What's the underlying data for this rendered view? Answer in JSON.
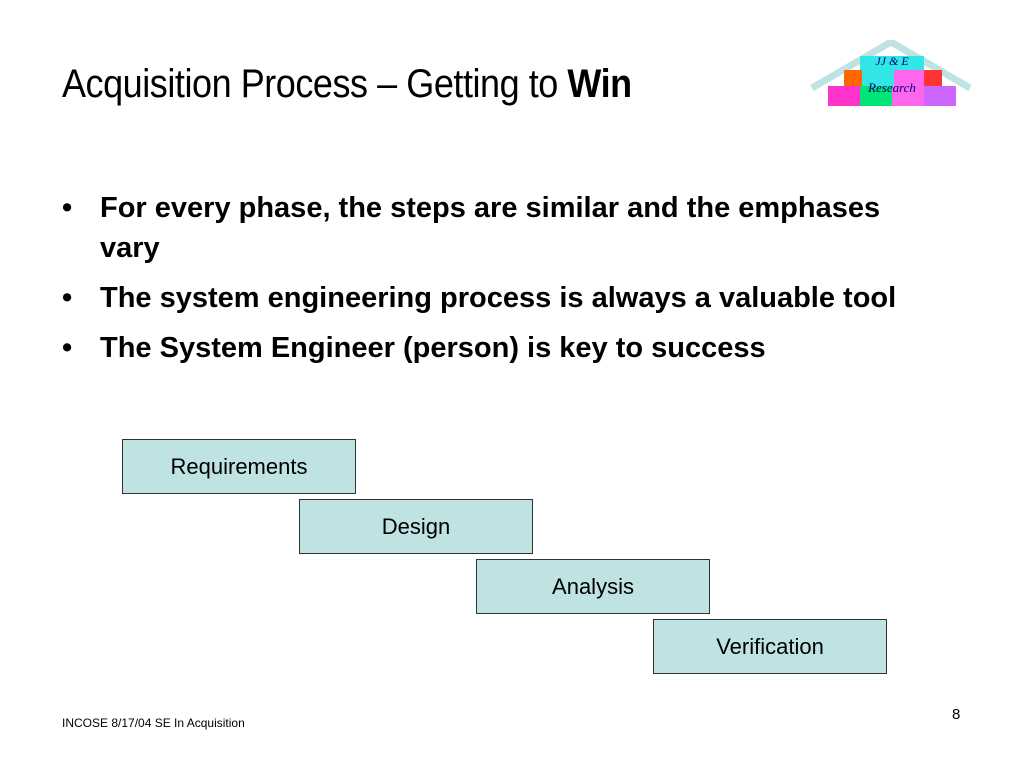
{
  "slide": {
    "title_plain": "Acquisition Process – Getting to ",
    "title_emphasis": "Win",
    "bullet_glyph": "•",
    "bullets": [
      "For every phase, the steps are similar and the emphases vary",
      "The system engineering process is always a valuable tool",
      "The System Engineer (person) is key to success"
    ],
    "steps": [
      "Requirements",
      "Design",
      "Analysis",
      "Verification"
    ],
    "footer": "INCOSE 8/17/04  SE In Acquisition",
    "page_number": "8"
  },
  "logo": {
    "line1": "JJ & E",
    "line2": "Research",
    "colors": {
      "roof": "#bfe3e3",
      "text": "#000080",
      "block_magenta": "#ff33cc",
      "block_green": "#00e676",
      "block_pink": "#ff66ee",
      "block_violet": "#cc66ff",
      "block_cyan": "#33e6e6",
      "block_orange": "#ff6600",
      "block_red": "#ff3333"
    }
  },
  "colors": {
    "step_fill": "#bfe3e3",
    "step_border": "#333333",
    "text": "#000000"
  }
}
